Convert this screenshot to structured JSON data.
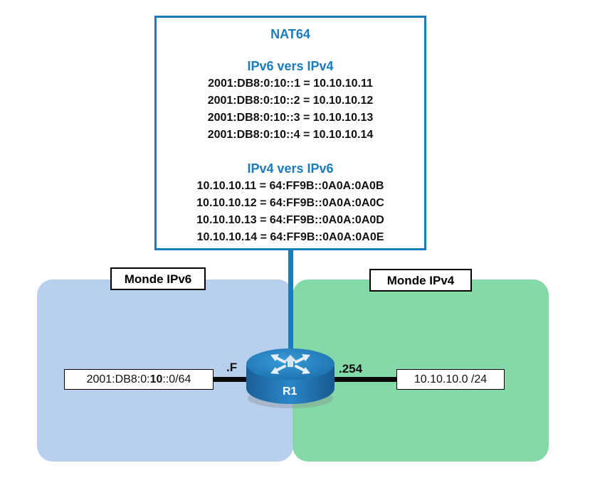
{
  "nat": {
    "title": "NAT64",
    "ipv6_to_ipv4": {
      "heading": "IPv6 vers IPv4",
      "mappings": [
        "2001:DB8:0:10::1 = 10.10.10.11",
        "2001:DB8:0:10::2 = 10.10.10.12",
        "2001:DB8:0:10::3 = 10.10.10.13",
        "2001:DB8:0:10::4 = 10.10.10.14"
      ]
    },
    "ipv4_to_ipv6": {
      "heading": "IPv4 vers IPv6",
      "mappings": [
        "10.10.10.11 = 64:FF9B::0A0A:0A0B",
        "10.10.10.12 = 64:FF9B::0A0A:0A0C",
        "10.10.10.13 = 64:FF9B::0A0A:0A0D",
        "10.10.10.14 = 64:FF9B::0A0A:0A0E"
      ]
    }
  },
  "ipv6_world": {
    "label": "Monde IPv6",
    "network_prefix": "2001:DB8:0:",
    "network_highlight": "10",
    "network_suffix": "::0/64",
    "interface": ".F"
  },
  "ipv4_world": {
    "label": "Monde IPv4",
    "network": "10.10.10.0 /24",
    "interface": ".254"
  },
  "router": {
    "name": "R1",
    "icon": "router-icon"
  },
  "colors": {
    "accent_blue": "#1a7bbd",
    "ipv6_zone": "#b9cfee",
    "ipv4_zone": "#83d9a8",
    "router_body": "#1b74b8"
  }
}
